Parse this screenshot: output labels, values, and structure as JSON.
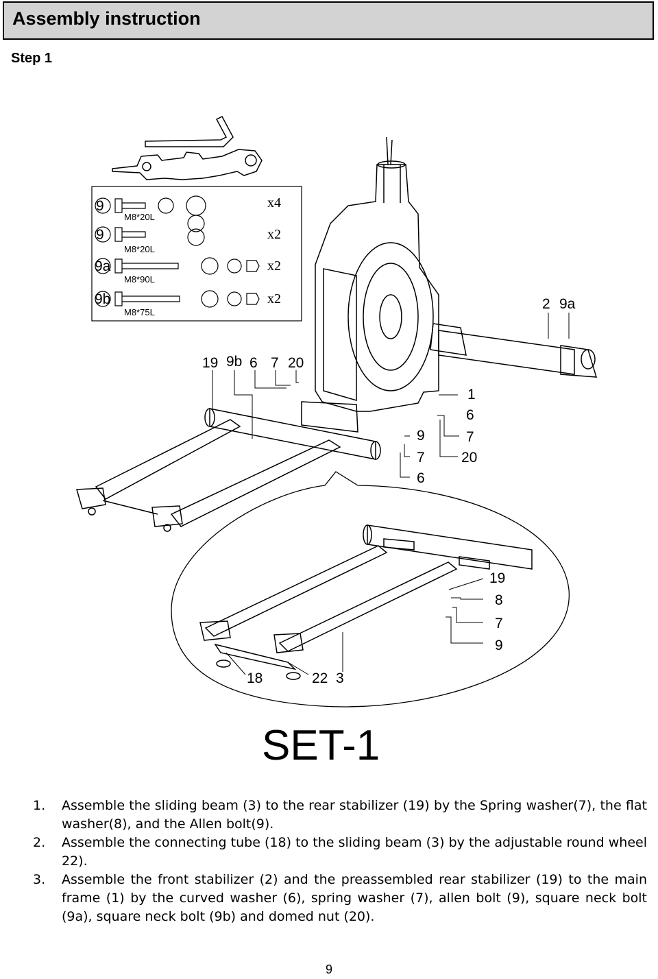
{
  "header": {
    "title": "Assembly instruction"
  },
  "step": "Step 1",
  "hardware": [
    {
      "num": "9",
      "size": "M8*20L",
      "qty": "x4"
    },
    {
      "num": "9",
      "size": "M8*20L",
      "qty": "x2"
    },
    {
      "num": "9a",
      "size": "M8*90L",
      "qty": "x2"
    },
    {
      "num": "9b",
      "size": "M8*75L",
      "qty": "x2"
    }
  ],
  "callouts": {
    "top_left": [
      "19",
      "9b",
      "6",
      "7",
      "20"
    ],
    "top_right": [
      "2",
      "9a"
    ],
    "right_col": [
      "1",
      "6",
      "7",
      "20"
    ],
    "center_col": [
      "9",
      "7",
      "6"
    ],
    "detail_right": [
      "19",
      "8",
      "7",
      "9"
    ],
    "detail_bottom": [
      "18",
      "22",
      "3"
    ]
  },
  "set_title": "SET-1",
  "instructions": [
    {
      "num": "1.",
      "text": "Assemble the sliding beam (3) to the rear stabilizer (19) by the Spring washer(7), the flat washer(8), and the Allen bolt(9)."
    },
    {
      "num": "2.",
      "text": "Assemble the connecting tube (18) to the sliding beam (3) by the adjustable round wheel 22)."
    },
    {
      "num": "3.",
      "text": "Assemble the front stabilizer (2) and the preassembled rear stabilizer (19) to the main frame (1) by the curved washer (6), spring washer (7), allen bolt (9), square neck bolt (9a), square neck bolt (9b) and domed nut (20)."
    }
  ],
  "page_number": "9"
}
